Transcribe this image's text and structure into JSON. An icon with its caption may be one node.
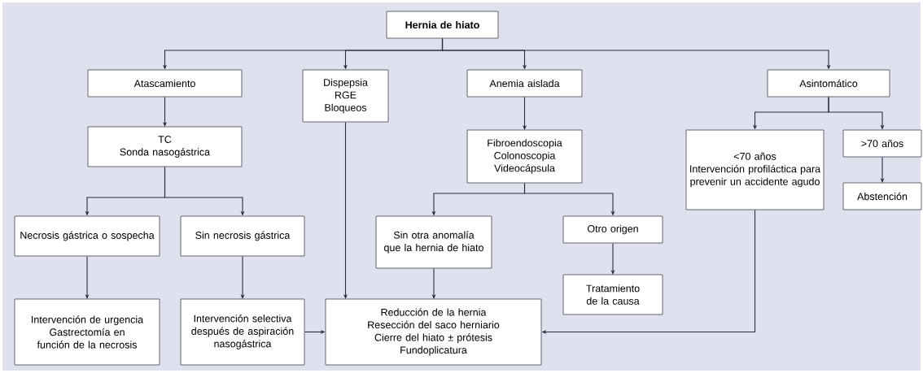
{
  "diagram": {
    "nodes": [
      {
        "text": [
          "Hernia de hiato"
        ]
      },
      {
        "text": [
          "Atascamiento"
        ]
      },
      {
        "text": [
          "Dispepsia",
          "RGE",
          "Bloqueos"
        ]
      },
      {
        "text": [
          "Anemia aislada"
        ]
      },
      {
        "text": [
          "Asintomático"
        ]
      },
      {
        "text": [
          "TC",
          "Sonda nasogástrica"
        ]
      },
      {
        "text": [
          "Fibroendoscopia",
          "Colonoscopia",
          "Videocápsula"
        ]
      },
      {
        "text": [
          "<70 años",
          "Intervención profiláctica para prevenir un accidente agudo"
        ]
      },
      {
        "text": [
          ">70 años"
        ]
      },
      {
        "text": [
          "Abstención"
        ]
      },
      {
        "text": [
          "Necrosis gástrica o sospecha"
        ]
      },
      {
        "text": [
          "Sin necrosis gástrica"
        ]
      },
      {
        "text": [
          "Sin otra anomalía que la hernia de hiato"
        ]
      },
      {
        "text": [
          "Otro origen"
        ]
      },
      {
        "text": [
          "Tratamiento de la causa"
        ]
      },
      {
        "text": [
          "Intervención de urgencia",
          "Gastrectomía en función de la necrosis"
        ]
      },
      {
        "text": [
          "Intervención selectiva después de aspiración nasogástrica"
        ]
      },
      {
        "text": [
          "Reducción de la hernia",
          "Resección del saco herniario",
          "Cierre del hiato ± prótesis",
          "Fundoplicatura"
        ]
      }
    ],
    "edges": [
      {
        "from": 0,
        "to": 1,
        "arrow": "to"
      },
      {
        "from": 0,
        "to": 2,
        "arrow": "to"
      },
      {
        "from": 0,
        "to": 3,
        "arrow": "to"
      },
      {
        "from": 0,
        "to": 4,
        "arrow": "to"
      },
      {
        "from": 1,
        "to": 5,
        "arrow": "to"
      },
      {
        "from": 2,
        "to": 17,
        "arrow": "to"
      },
      {
        "from": 3,
        "to": 6,
        "arrow": "to"
      },
      {
        "from": 4,
        "to": 7,
        "arrow": "to"
      },
      {
        "from": 4,
        "to": 8,
        "arrow": "to"
      },
      {
        "from": 5,
        "to": 10,
        "arrow": "to"
      },
      {
        "from": 5,
        "to": 11,
        "arrow": "to"
      },
      {
        "from": 6,
        "to": 12,
        "arrow": "to"
      },
      {
        "from": 6,
        "to": 13,
        "arrow": "to"
      },
      {
        "from": 8,
        "to": 9,
        "arrow": "to"
      },
      {
        "from": 7,
        "to": 17,
        "arrow": "to"
      },
      {
        "from": 10,
        "to": 15,
        "arrow": "to"
      },
      {
        "from": 11,
        "to": 16,
        "arrow": "to"
      },
      {
        "from": 12,
        "to": 17,
        "arrow": "to"
      },
      {
        "from": 13,
        "to": 14,
        "arrow": "to"
      },
      {
        "from": 16,
        "to": 17,
        "arrow": "to"
      }
    ]
  }
}
